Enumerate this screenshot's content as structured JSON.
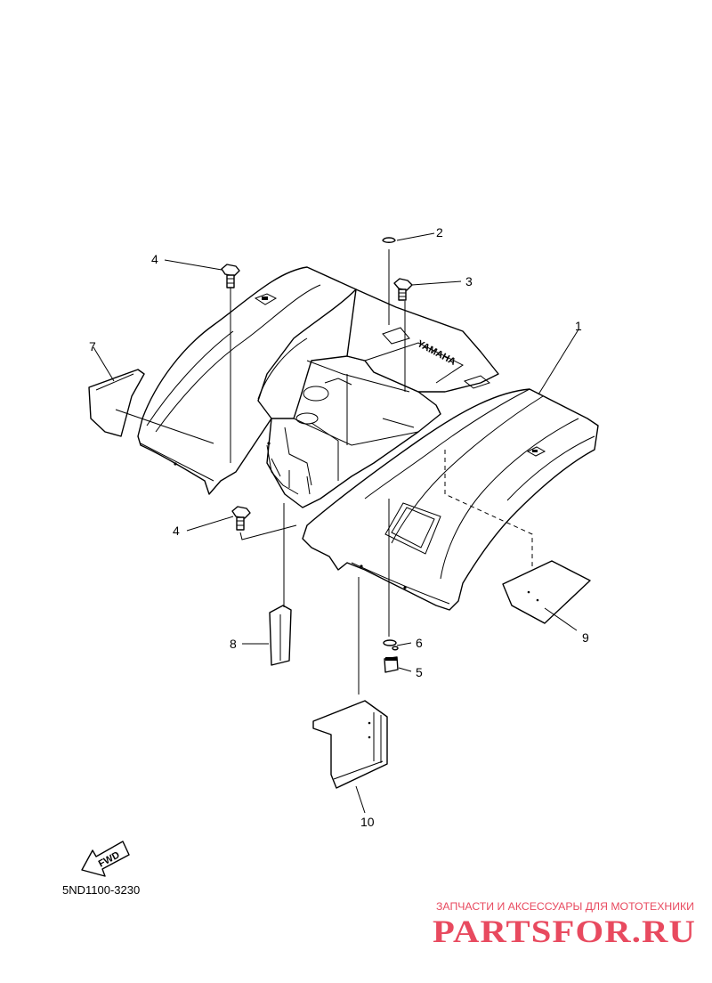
{
  "diagram": {
    "part_code": "5ND1100-3230",
    "fwd_label": "FWD",
    "fender_text": "YAMAHA",
    "callouts": [
      {
        "label": "1"
      },
      {
        "label": "2"
      },
      {
        "label": "3"
      },
      {
        "label": "4"
      },
      {
        "label": "4"
      },
      {
        "label": "5"
      },
      {
        "label": "6"
      },
      {
        "label": "7"
      },
      {
        "label": "8"
      },
      {
        "label": "9"
      },
      {
        "label": "10"
      }
    ]
  },
  "watermark": {
    "tagline": "ЗАПЧАСТИ И АКСЕССУАРЫ ДЛЯ МОТОТЕХНИКИ",
    "brand": "PARTSFOR.RU",
    "color": "#e84a5f"
  }
}
